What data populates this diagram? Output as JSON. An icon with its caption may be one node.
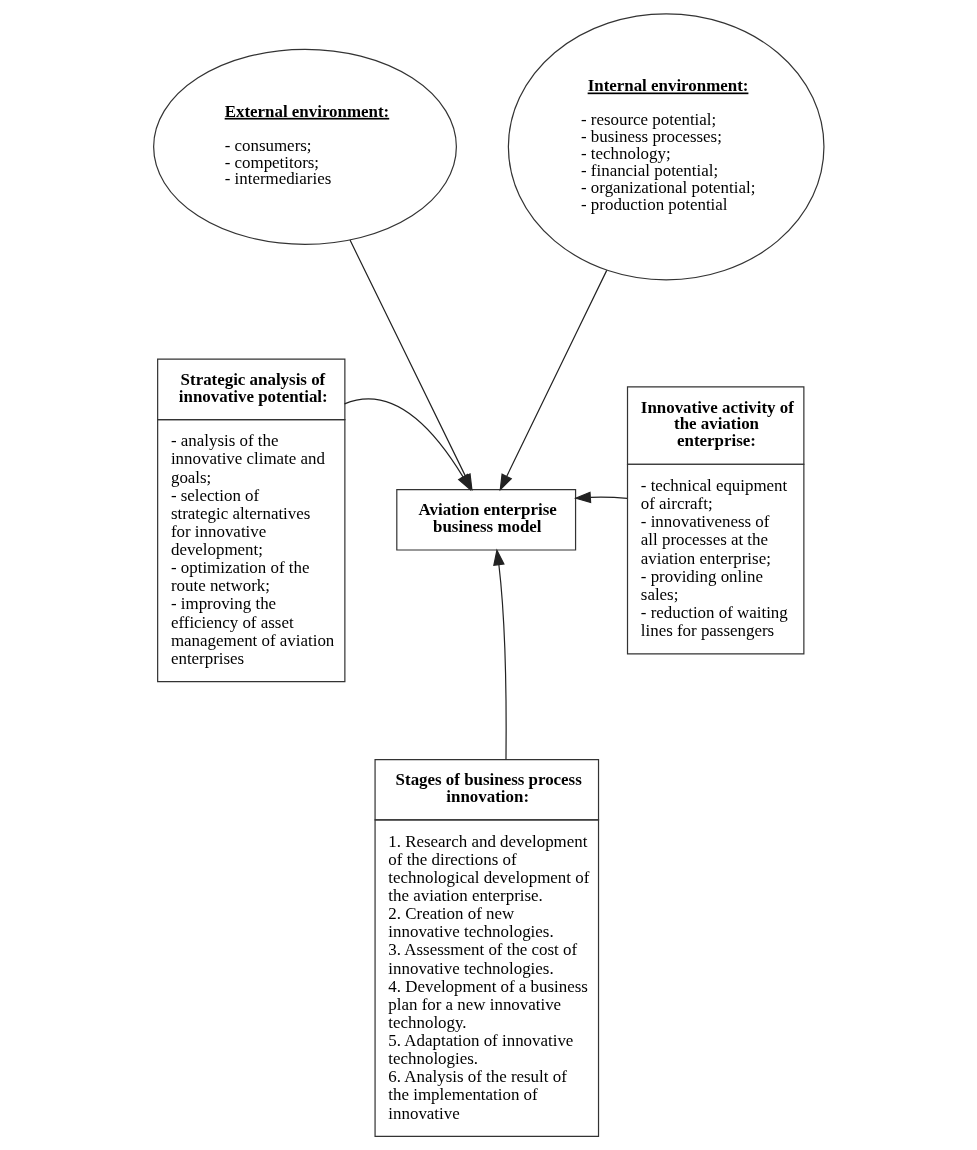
{
  "diagram": {
    "nodes": [
      {
        "text": [
          "External environment:",
          "- consumers;",
          "- competitors;",
          "- intermediaries"
        ]
      },
      {
        "text": [
          "Internal environment:",
          "- resource potential;",
          "- business processes;",
          "- technology;",
          "- financial potential;",
          "- organizational potential;",
          "- production potential"
        ]
      },
      {
        "text": [
          "Strategic analysis of innovative potential:",
          "- analysis of the innovative climate and goals;",
          "- selection of strategic alternatives for innovative development;",
          "- optimization of the route network;",
          "- improving the efficiency of asset management of aviation enterprises"
        ]
      },
      {
        "text": [
          "Aviation enterprise business model"
        ]
      },
      {
        "text": [
          "Innovative activity of the aviation enterprise:",
          "- technical equipment of aircraft;",
          "- innovativeness of all processes at the aviation enterprise;",
          "- providing online sales;",
          "- reduction of waiting lines for passengers"
        ]
      },
      {
        "text": [
          "Stages of business process innovation:",
          "1. Research and development of the directions of technological development of the aviation enterprise.",
          "2. Creation of new innovative technologies.",
          "3. Assessment of the cost of innovative technologies.",
          "4. Development of a business plan for a new innovative technology.",
          "5. Adaptation of innovative technologies.",
          "6. Analysis of the result of the implementation of innovative"
        ]
      }
    ],
    "edges": [
      {
        "from": 0,
        "to": 3,
        "arrow": "to"
      },
      {
        "from": 1,
        "to": 3,
        "arrow": "to"
      },
      {
        "from": 2,
        "to": 3,
        "arrow": "to"
      },
      {
        "from": 4,
        "to": 3,
        "arrow": "to"
      },
      {
        "from": 5,
        "to": 3,
        "arrow": "to"
      }
    ]
  }
}
